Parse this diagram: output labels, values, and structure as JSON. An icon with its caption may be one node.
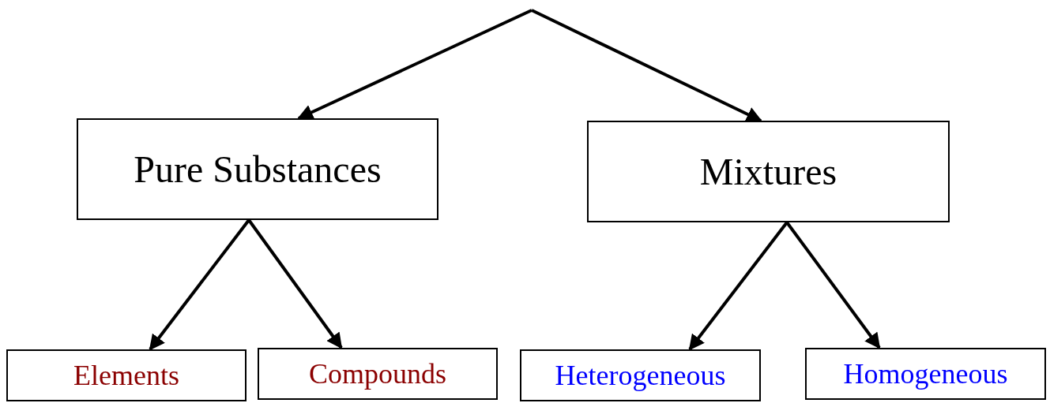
{
  "diagram": {
    "nodes": [
      {
        "text": [
          "Pure Substances"
        ]
      },
      {
        "text": [
          "Mixtures"
        ]
      },
      {
        "text": [
          "Elements"
        ]
      },
      {
        "text": [
          "Compounds"
        ]
      },
      {
        "text": [
          "Heterogeneous"
        ]
      },
      {
        "text": [
          "Homogeneous"
        ]
      }
    ],
    "edges": [
      {
        "from": null,
        "to": 0,
        "arrow": "to"
      },
      {
        "from": null,
        "to": 1,
        "arrow": "to"
      },
      {
        "from": 0,
        "to": 2,
        "arrow": "to"
      },
      {
        "from": 0,
        "to": 3,
        "arrow": "to"
      },
      {
        "from": 1,
        "to": 4,
        "arrow": "to"
      },
      {
        "from": 1,
        "to": 5,
        "arrow": "to"
      }
    ]
  }
}
